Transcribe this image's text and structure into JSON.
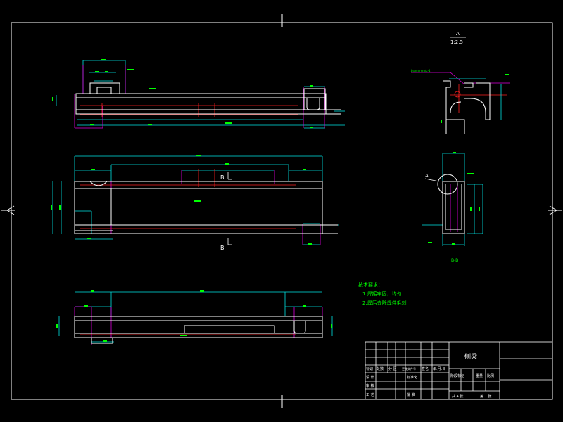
{
  "colors": {
    "background": "#000000",
    "frame": "#ffffff",
    "part_outline": "#ffffff",
    "dimension": "#00e5e5",
    "extension": "#e000e0",
    "centerline": "#ff2020",
    "dim_text": "#00ff00",
    "tech_text": "#00ff00",
    "title_text": "#ffffff"
  },
  "views": {
    "detail_label_top": "A",
    "detail_scale": "1:2.5",
    "detail_note": "b=nn.mm/c-1",
    "section_label": "B",
    "section_caption": "B-B",
    "detail_marker": "A"
  },
  "tech_requirements": {
    "heading": "技术要求：",
    "line1": "1.焊接牢固，均匀",
    "line2": "2.焊后去除焊件毛刺"
  },
  "title_block": {
    "part_name": "侧梁",
    "header_cells": [
      "标记",
      "处数",
      "分 区",
      "更改文件号",
      "签名",
      "年.月.日"
    ],
    "design": "设 计",
    "standardization": "标准化",
    "review": "审 核",
    "process": "工 艺",
    "approve": "批 准",
    "stage_mark": "阶段标记",
    "weight": "重量",
    "ratio": "比例",
    "sheets_total": "共 4 张",
    "sheet_no": "第 1 张"
  }
}
